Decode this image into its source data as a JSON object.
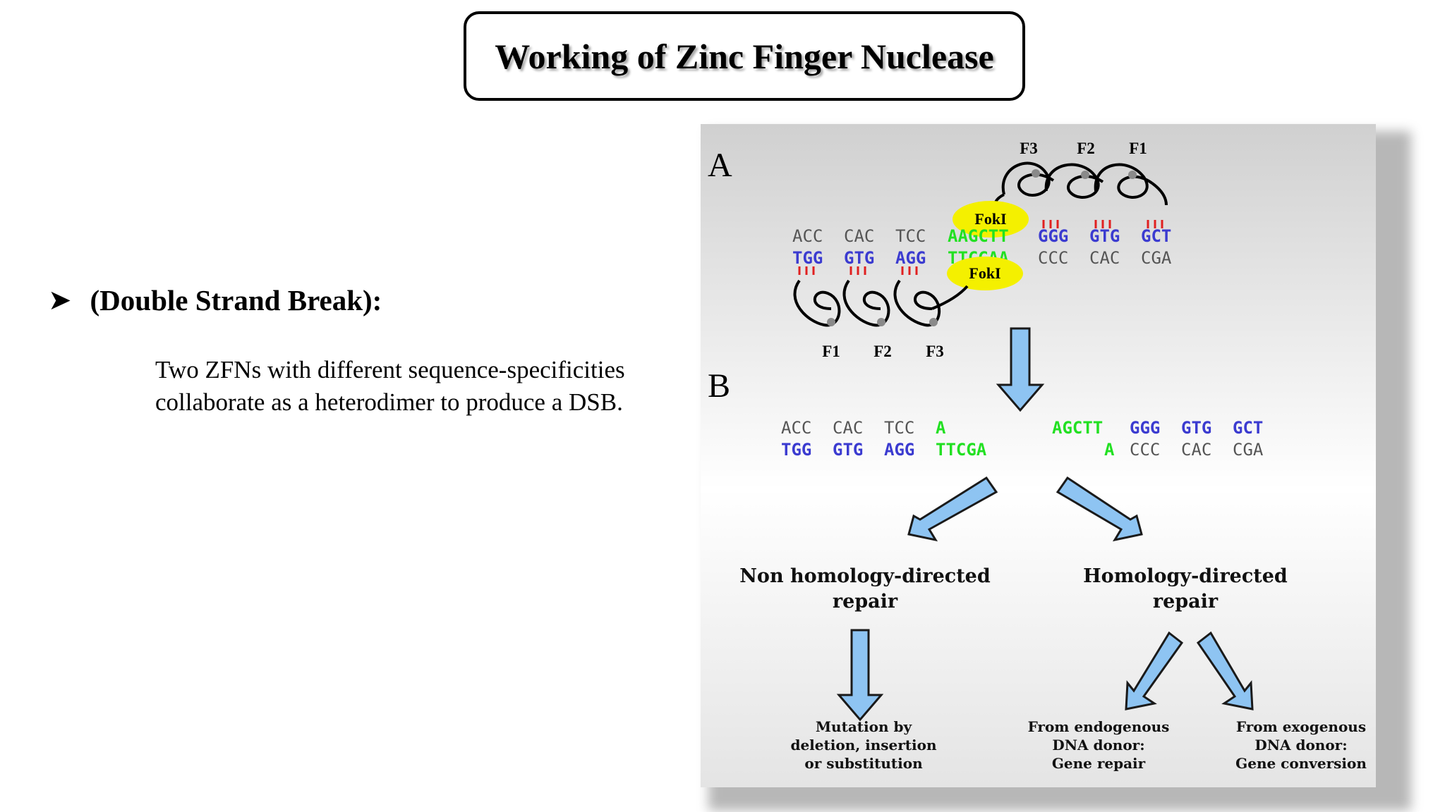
{
  "title": "Working of Zinc Finger Nuclease",
  "bullet": {
    "icon": "arrowhead-bullet-icon",
    "heading": "(Double Strand Break):",
    "description": "Two ZFNs with different sequence-specificities collaborate as a heterodimer to produce a DSB."
  },
  "figure": {
    "panel_a": {
      "label": "A",
      "top_fingers": [
        "F3",
        "F2",
        "F1"
      ],
      "bottom_fingers": [
        "F1",
        "F2",
        "F3"
      ],
      "foki": "FokI",
      "top_strand": [
        "ACC",
        "CAC",
        "TCC",
        "AAGCTT",
        "GGG",
        "GTG",
        "GCT"
      ],
      "bottom_strand": [
        "TGG",
        "GTG",
        "AGG",
        "TTCGAA",
        "CCC",
        "CAC",
        "CGA"
      ]
    },
    "panel_b": {
      "label": "B",
      "left_top": [
        "ACC",
        "CAC",
        "TCC",
        "A"
      ],
      "left_bottom": [
        "TGG",
        "GTG",
        "AGG",
        "TTCGA"
      ],
      "right_top": [
        "AGCTT",
        "GGG",
        "GTG",
        "GCT"
      ],
      "right_bottom": [
        "A",
        "CCC",
        "CAC",
        "CGA"
      ],
      "nhej_line1": "Non homology-directed",
      "nhej_line2": "repair",
      "hdr_line1": "Homology-directed",
      "hdr_line2": "repair",
      "outcome1": [
        "Mutation by",
        "deletion, insertion",
        "or substitution"
      ],
      "outcome2": [
        "From endogenous",
        "DNA donor:",
        "Gene repair"
      ],
      "outcome3": [
        "From exogenous",
        "DNA donor:",
        "Gene conversion"
      ]
    },
    "colors": {
      "blue_seq": "#3b3bd0",
      "green_seq": "#22e022",
      "gray_seq": "#555555",
      "foki_fill": "#f4f000",
      "arrow_fill": "#8ec4f2",
      "contact_red": "#e02020"
    }
  }
}
